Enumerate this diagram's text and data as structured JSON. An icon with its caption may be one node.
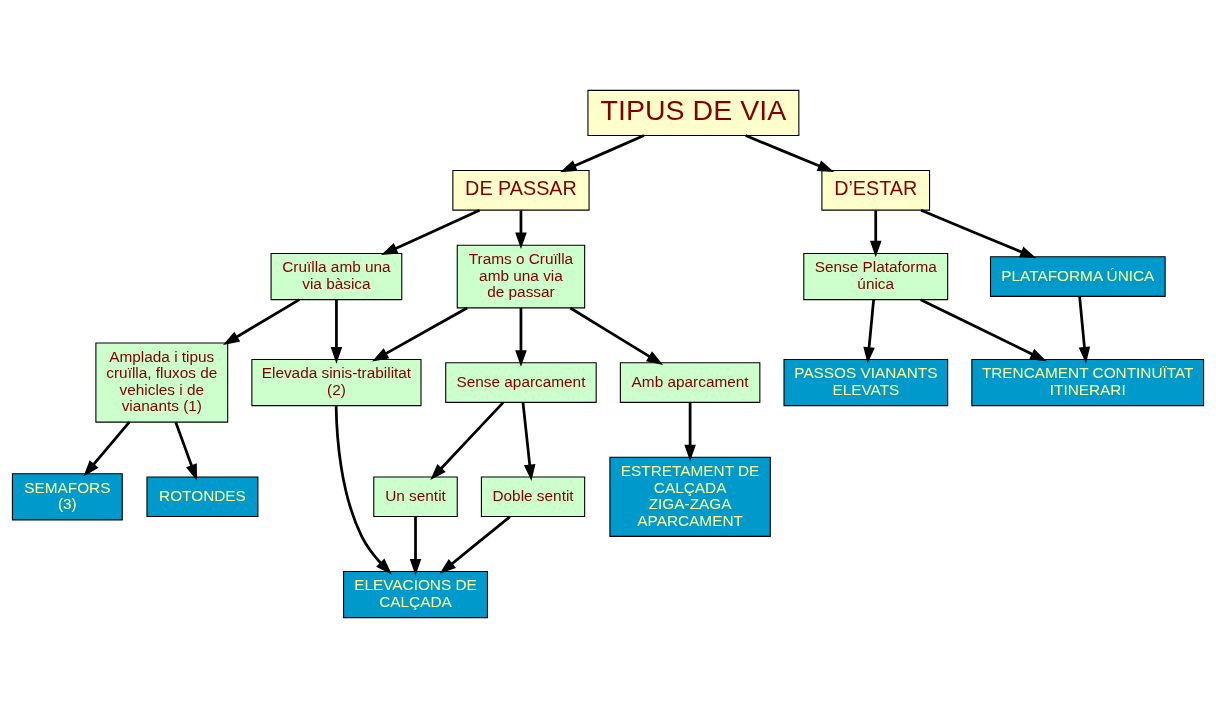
{
  "diagram": {
    "nodes": [
      {
        "text": [
          "TIPUS DE VIA"
        ]
      },
      {
        "text": [
          "DE PASSAR"
        ]
      },
      {
        "text": [
          "D’ESTAR"
        ]
      },
      {
        "text": [
          "Cruïlla amb una via bàsica"
        ]
      },
      {
        "text": [
          "Trams o Cruïlla amb una via de passar"
        ]
      },
      {
        "text": [
          "Sense Plataforma única"
        ]
      },
      {
        "text": [
          "PLATAFORMA ÚNICA"
        ]
      },
      {
        "text": [
          "Amplada i tipus cruïlla, fluxos de vehicles i de vianants (1)"
        ]
      },
      {
        "text": [
          "Elevada sinis-trabilitat",
          "(2)"
        ]
      },
      {
        "text": [
          "Sense aparcament"
        ]
      },
      {
        "text": [
          "Amb aparcament"
        ]
      },
      {
        "text": [
          "PASSOS VIANANTS ELEVATS"
        ]
      },
      {
        "text": [
          "TRENCAMENT CONTINUÏTAT ITINERARI"
        ]
      },
      {
        "text": [
          "Un sentit"
        ]
      },
      {
        "text": [
          "Doble sentit"
        ]
      },
      {
        "text": [
          "SEMAFORS",
          "(3)"
        ]
      },
      {
        "text": [
          "ROTONDES"
        ]
      },
      {
        "text": [
          "ELEVACIONS DE CALÇADA"
        ]
      },
      {
        "text": [
          "ESTRETAMENT DE CALÇADA",
          "ZIGA-ZAGA",
          "APARCAMENT"
        ]
      }
    ],
    "edges": [
      {
        "from": 0,
        "to": 1,
        "arrow": "to"
      },
      {
        "from": 0,
        "to": 2,
        "arrow": "to"
      },
      {
        "from": 1,
        "to": 3,
        "arrow": "to"
      },
      {
        "from": 1,
        "to": 4,
        "arrow": "to"
      },
      {
        "from": 2,
        "to": 5,
        "arrow": "to"
      },
      {
        "from": 2,
        "to": 6,
        "arrow": "to"
      },
      {
        "from": 3,
        "to": 7,
        "arrow": "to"
      },
      {
        "from": 3,
        "to": 8,
        "arrow": "to"
      },
      {
        "from": 4,
        "to": 8,
        "arrow": "to"
      },
      {
        "from": 4,
        "to": 9,
        "arrow": "to"
      },
      {
        "from": 4,
        "to": 10,
        "arrow": "to"
      },
      {
        "from": 5,
        "to": 11,
        "arrow": "to"
      },
      {
        "from": 5,
        "to": 12,
        "arrow": "to"
      },
      {
        "from": 6,
        "to": 12,
        "arrow": "to"
      },
      {
        "from": 9,
        "to": 13,
        "arrow": "to"
      },
      {
        "from": 9,
        "to": 14,
        "arrow": "to"
      },
      {
        "from": 7,
        "to": 15,
        "arrow": "to"
      },
      {
        "from": 7,
        "to": 16,
        "arrow": "to"
      },
      {
        "from": 8,
        "to": 17,
        "arrow": "to"
      },
      {
        "from": 13,
        "to": 17,
        "arrow": "to"
      },
      {
        "from": 14,
        "to": 17,
        "arrow": "to"
      },
      {
        "from": 10,
        "to": 18,
        "arrow": "to"
      }
    ]
  }
}
